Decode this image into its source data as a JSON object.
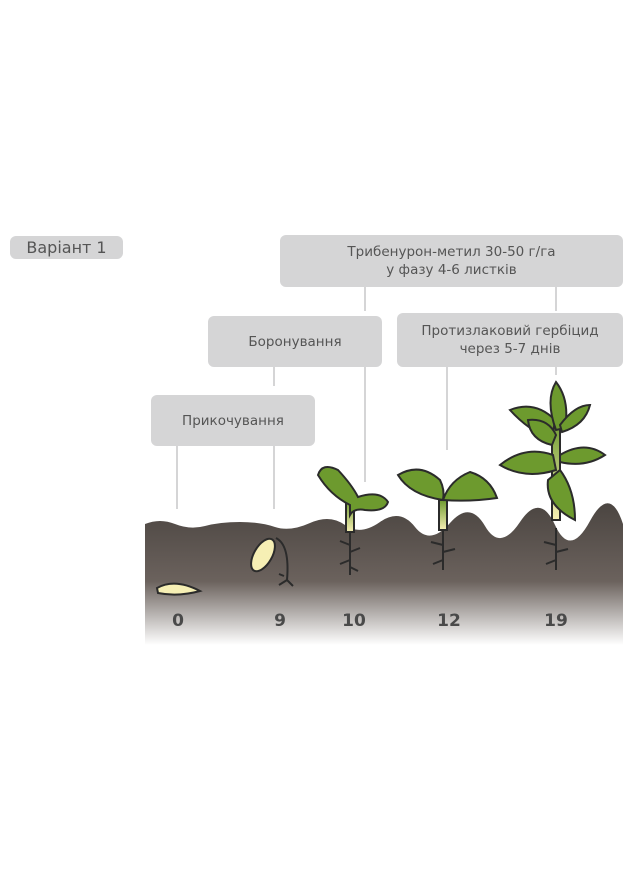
{
  "variant_label": "Варіант 1",
  "steps": {
    "rolling": "Прикочування",
    "harrowing": "Боронування",
    "tribenuron_line1": "Трибенурон-метил 30-50 г/га",
    "tribenuron_line2": "у фазу 4-6 листків",
    "graminicide_line1": "Протизлаковий гербіцид",
    "graminicide_line2": "через 5-7 днів"
  },
  "days": [
    "0",
    "9",
    "10",
    "12",
    "19"
  ],
  "colors": {
    "box": "#d5d5d6",
    "soil": "#4b4541",
    "leaf": "#6d9a2e",
    "seed": "#f6efb4"
  }
}
